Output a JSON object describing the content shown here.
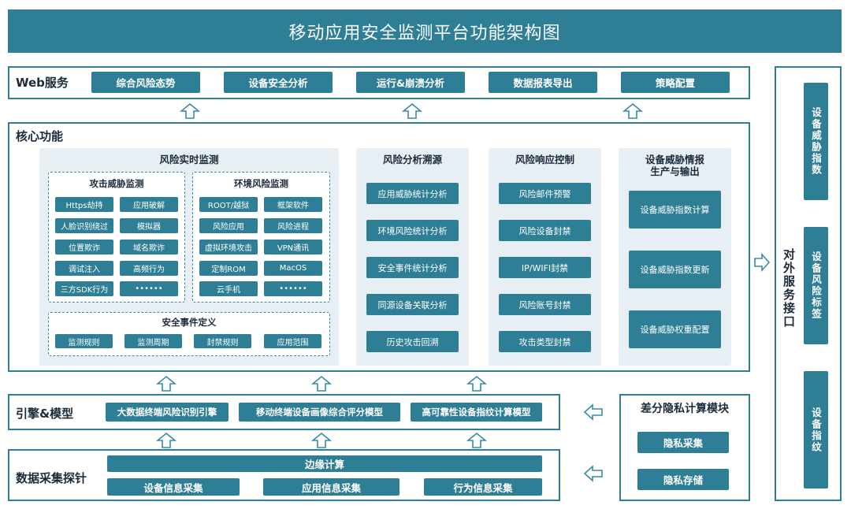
{
  "title": "移动应用安全监测平台功能架构图",
  "web": {
    "label": "Web服务",
    "items": [
      "综合风险态势",
      "设备安全分析",
      "运行&崩溃分析",
      "数据报表导出",
      "策略配置"
    ]
  },
  "core": {
    "label": "核心功能",
    "realtime": {
      "title": "风险实时监测",
      "attack": {
        "title": "攻击威胁监测",
        "items": [
          "Https劫持",
          "应用破解",
          "人脸识别绕过",
          "模拟器",
          "位置欺诈",
          "域名欺诈",
          "调试注入",
          "高频行为",
          "三方SDK行为",
          "••••••"
        ]
      },
      "env": {
        "title": "环境风险监测",
        "items": [
          "ROOT/越狱",
          "框架软件",
          "风险应用",
          "风险进程",
          "虚拟环境攻击",
          "VPN通讯",
          "定制ROM",
          "MacOS",
          "云手机",
          "••••••"
        ]
      },
      "event": {
        "title": "安全事件定义",
        "items": [
          "监测规则",
          "监测周期",
          "封禁规则",
          "应用范围"
        ]
      }
    },
    "analysis": {
      "title": "风险分析溯源",
      "items": [
        "应用威胁统计分析",
        "环境风险统计分析",
        "安全事件统计分析",
        "同源设备关联分析",
        "历史攻击回溯"
      ]
    },
    "response": {
      "title": "风险响应控制",
      "items": [
        "风险邮件预警",
        "风险设备封禁",
        "IP/WIFI封禁",
        "风险账号封禁",
        "攻击类型封禁"
      ]
    },
    "intel": {
      "title_line1": "设备威胁情报",
      "title_line2": "生产与输出",
      "items": [
        "设备威胁指数计算",
        "设备威胁指数更新",
        "设备威胁权重配置"
      ]
    }
  },
  "engine": {
    "label": "引擎&模型",
    "items": [
      "大数据终端风险识别引擎",
      "移动终端设备画像综合评分模型",
      "高可靠性设备指纹计算模型"
    ]
  },
  "collect": {
    "label": "数据采集探针",
    "edge": "边缘计算",
    "items": [
      "设备信息采集",
      "应用信息采集",
      "行为信息采集"
    ]
  },
  "privacy": {
    "label": "差分隐私计算模块",
    "items": [
      "隐私采集",
      "隐私存储"
    ]
  },
  "external": {
    "label": "对外服务接口",
    "items": [
      "设备威胁指数",
      "设备风险标签",
      "设备指纹"
    ]
  },
  "colors": {
    "primary": "#2e7f96",
    "panel": "#e7eff4",
    "text": "#1b2b3a"
  }
}
